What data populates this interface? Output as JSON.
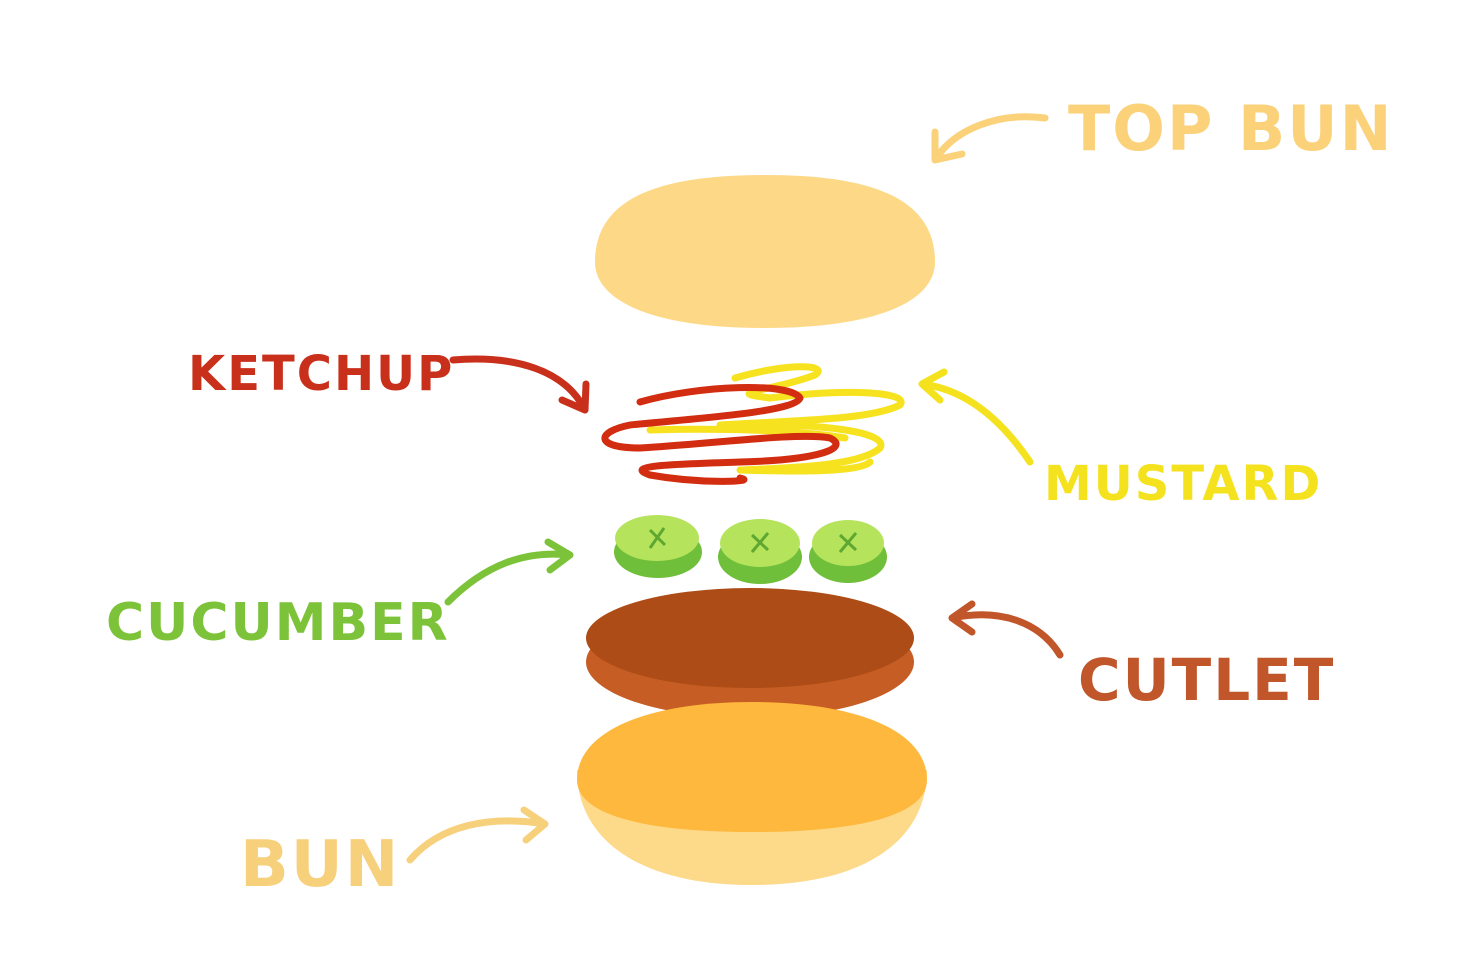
{
  "labels": {
    "top_bun": "TOP BUN",
    "ketchup": "KETCHUP",
    "mustard": "MUSTARD",
    "cucumber": "CUCUMBER",
    "cutlet": "CUTLET",
    "bun": "BUN"
  },
  "colors": {
    "top_bun_label": "#fbd27a",
    "ketchup_label": "#c9301c",
    "mustard_label": "#f5e21e",
    "cucumber_label": "#7cc33a",
    "cutlet_label": "#c0562a",
    "bun_label": "#f7d07c",
    "top_bun_fill": "#fdd886",
    "ketchup_sauce": "#d22d10",
    "mustard_sauce": "#f6e21e",
    "cucumber_skin": "#6fbf3a",
    "cucumber_flesh": "#b6e35c",
    "cutlet_top": "#ad4c16",
    "cutlet_bottom": "#c65d24",
    "bun_top": "#feb83e",
    "bun_bottom": "#fdd98a"
  }
}
